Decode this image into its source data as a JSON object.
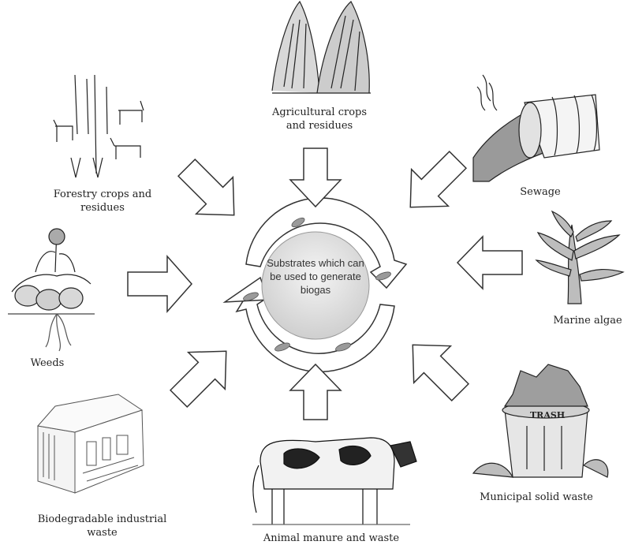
{
  "center": {
    "text": "Substrates which can be used to generate biogas"
  },
  "sources": [
    {
      "id": "agricultural",
      "label": "Agricultural  crops\nand residues",
      "icon": "grain-stalks-icon"
    },
    {
      "id": "sewage",
      "label": "Sewage",
      "icon": "sewage-pipe-icon"
    },
    {
      "id": "marine",
      "label": "Marine algae",
      "icon": "seaweed-icon"
    },
    {
      "id": "municipal",
      "label": "Municipal solid waste",
      "icon": "trash-can-icon"
    },
    {
      "id": "animal",
      "label": "Animal manure and waste",
      "icon": "cow-icon"
    },
    {
      "id": "industrial",
      "label": "Biodegradable industrial\nwaste",
      "icon": "factory-icon"
    },
    {
      "id": "weeds",
      "label": "Weeds",
      "icon": "weed-plant-icon"
    },
    {
      "id": "forestry",
      "label": "Forestry  crops and\nresidues",
      "icon": "forest-deer-icon"
    }
  ],
  "colors": {
    "stroke": "#333333",
    "circle_fill": "#e4e4e4",
    "leaf": "#9a9a9a"
  }
}
